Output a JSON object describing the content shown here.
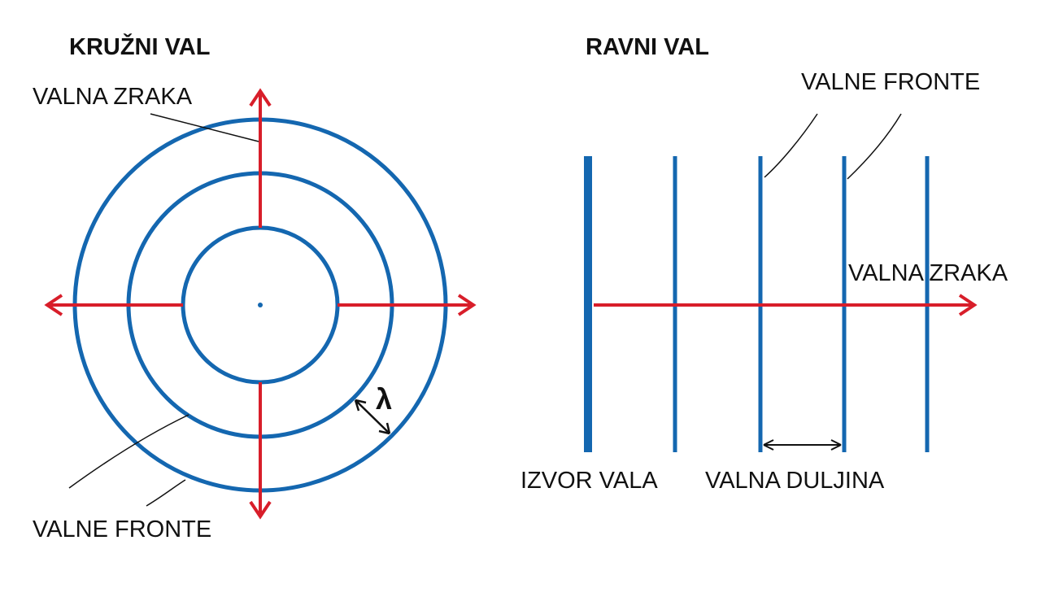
{
  "circular": {
    "title": "KRUŽNI VAL",
    "ray_label": "VALNA ZRAKA",
    "fronts_label": "VALNE FRONTE",
    "wavelength_symbol": "λ"
  },
  "plane": {
    "title": "RAVNI VAL",
    "fronts_label": "VALNE FRONTE",
    "ray_label": "VALNA ZRAKA",
    "source_label": "IZVOR VALA",
    "wavelength_label": "VALNA DULJINA"
  },
  "colors": {
    "front": "#1467b0",
    "ray": "#d81e2a"
  }
}
